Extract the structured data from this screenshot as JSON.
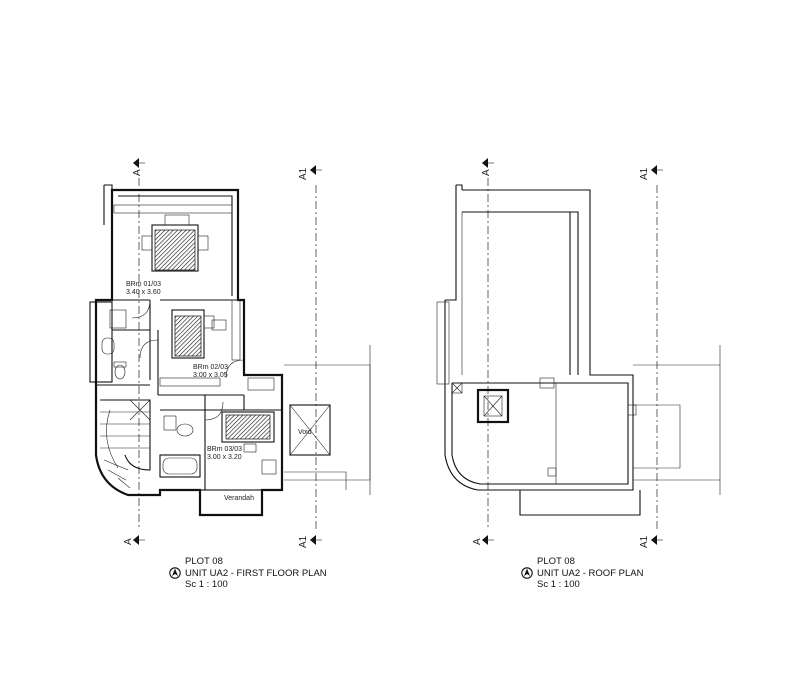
{
  "drawings": [
    {
      "id": "first-floor",
      "caption": {
        "plot": "PLOT 08",
        "title": "UNIT UA2 - FIRST FLOOR PLAN",
        "scale": "Sc 1 : 100"
      },
      "rooms": [
        {
          "name": "BRm 01/03",
          "size": "3.40 x 3.60"
        },
        {
          "name": "BRm 02/03",
          "size": "3.00 x 3.05"
        },
        {
          "name": "BRm 03/03",
          "size": "3.00 x 3.20"
        }
      ],
      "labels": {
        "verandah": "Verandah",
        "void": "Void"
      },
      "section_markers": [
        "A",
        "A1",
        "A",
        "A1"
      ]
    },
    {
      "id": "roof",
      "caption": {
        "plot": "PLOT 08",
        "title": "UNIT UA2 - ROOF PLAN",
        "scale": "Sc 1 : 100"
      },
      "section_markers": [
        "A",
        "A1",
        "A",
        "A1"
      ]
    }
  ]
}
